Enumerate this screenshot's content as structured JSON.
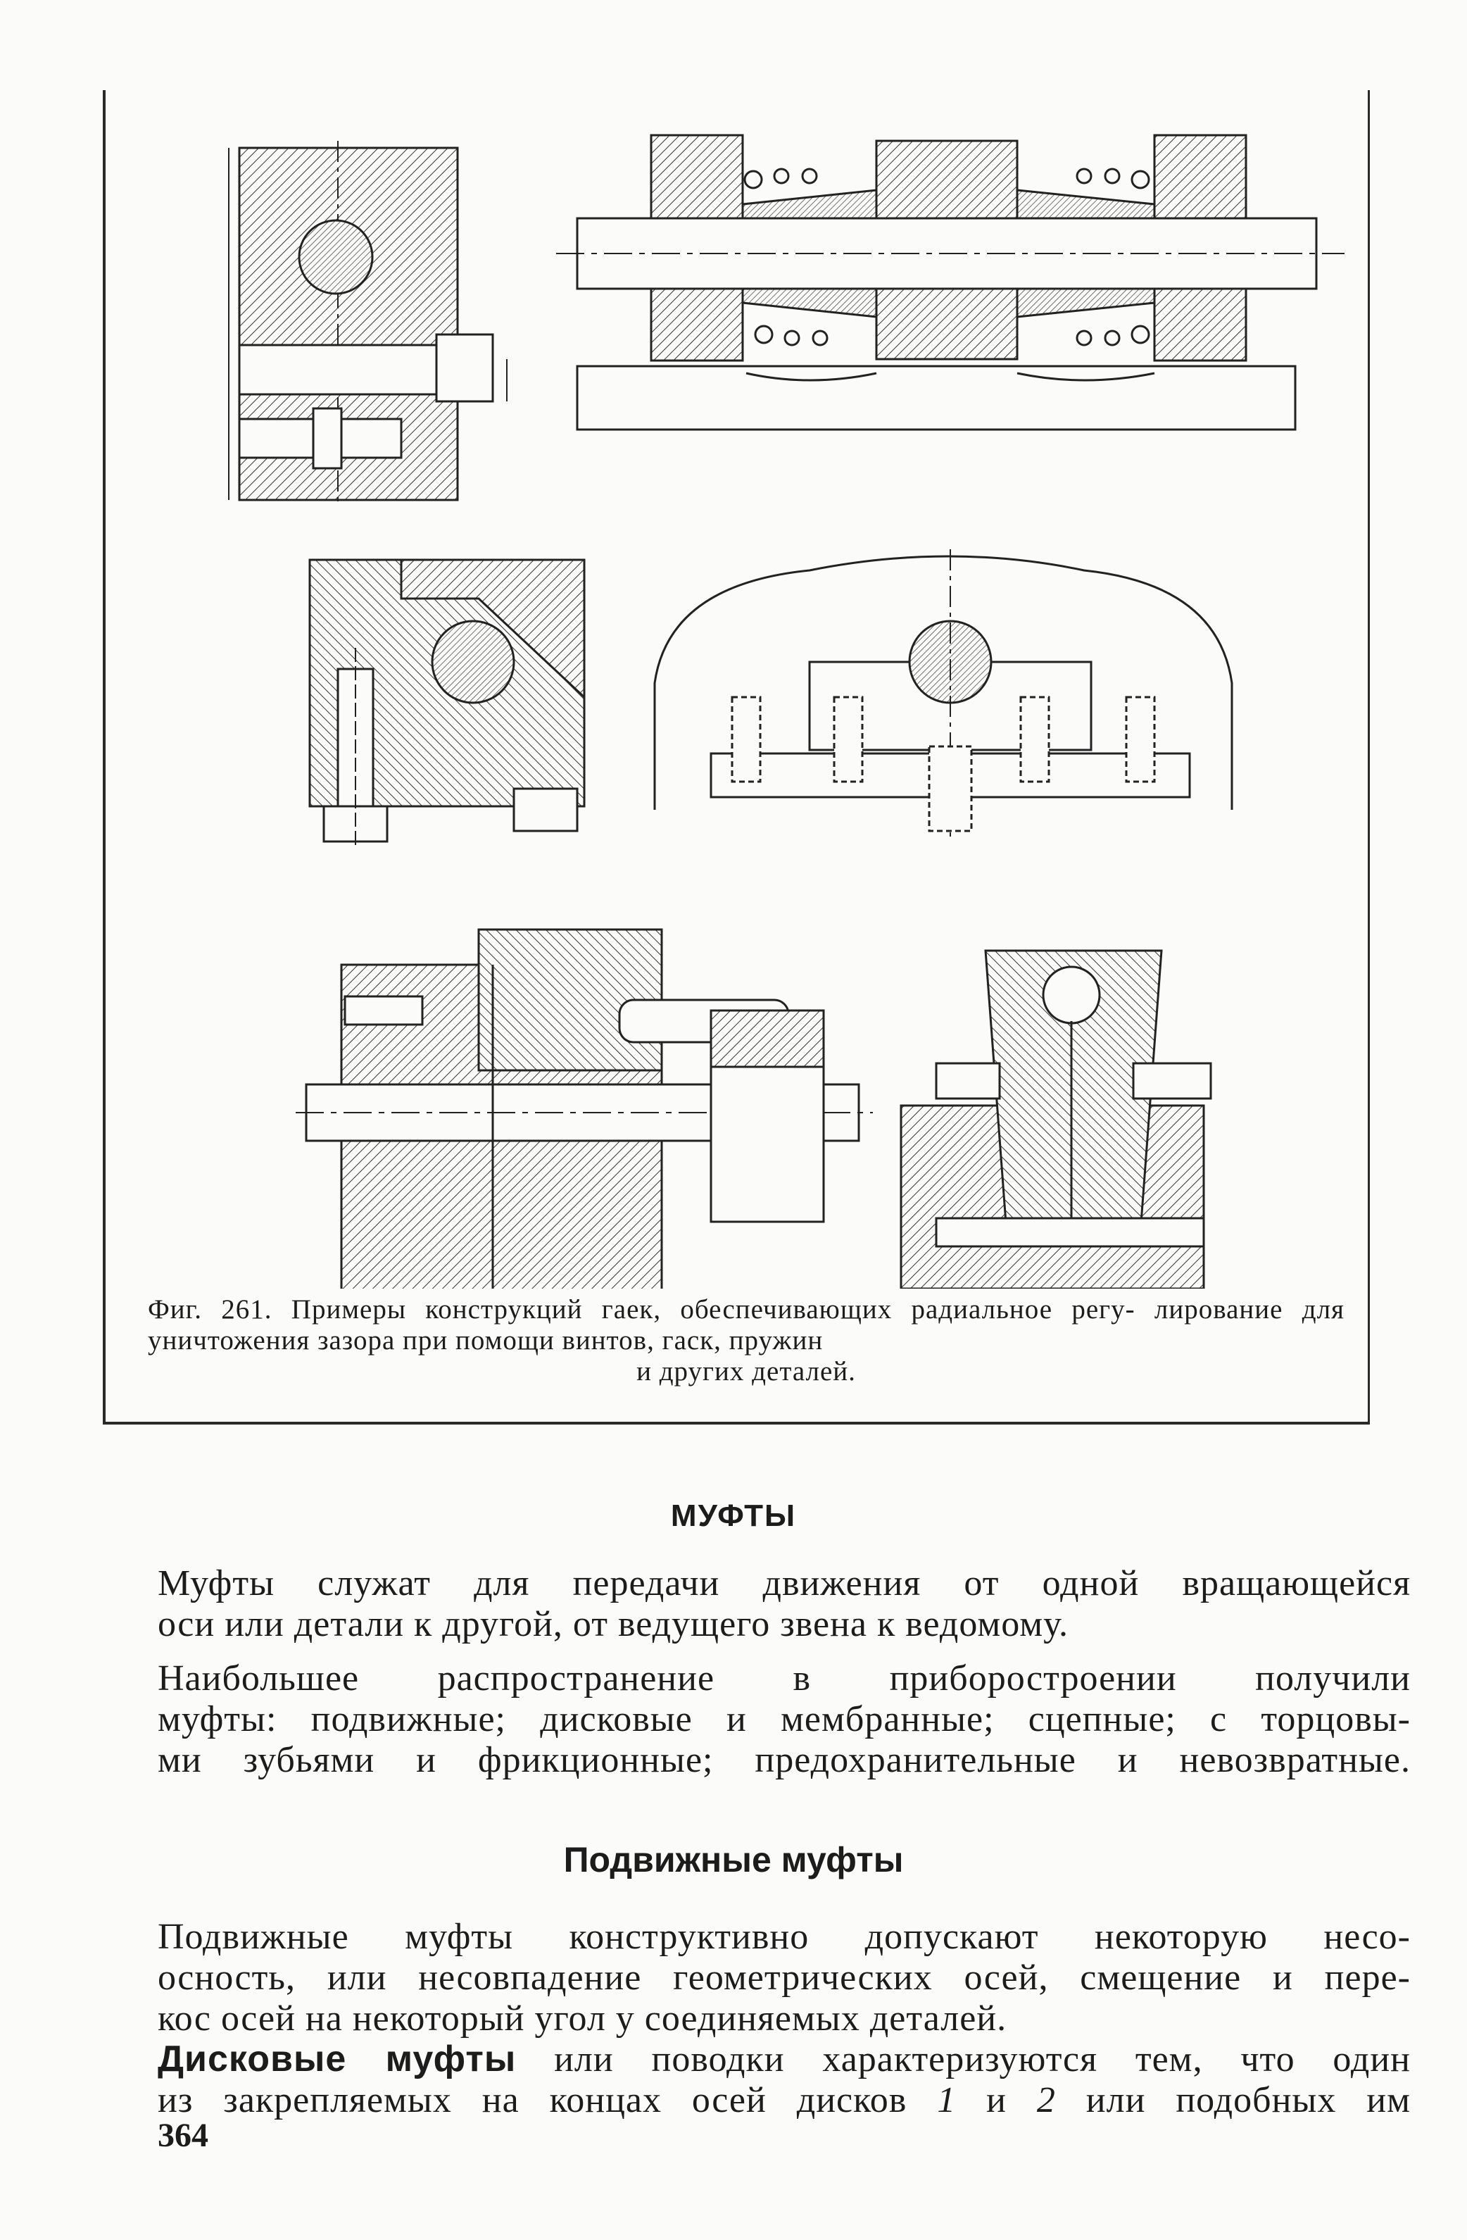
{
  "figure": {
    "caption_line1": "Фиг. 261. Примеры конструкций гаек, обеспечивающих радиальное регу-",
    "caption_line2": "лирование для уничтожения зазора при помощи винтов, гаск, пружин",
    "caption_line3": "и других деталей."
  },
  "section": {
    "title": "МУФТЫ",
    "para1_line1": "Муфты служат для передачи движения от одной вращающейся",
    "para1_line2": "оси или детали к другой, от ведущего звена к ведомому.",
    "para2_line1": "Наибольшее распространение в приборостроении получили",
    "para2_line2": "муфты: подвижные; дисковые и мембранные; сцепные; с торцовы-",
    "para2_line3": "ми зубьями и фрикционные; предохранительные и невозвратные."
  },
  "subsection": {
    "title": "Подвижные муфты",
    "para1_line1": "Подвижные муфты конструктивно допускают некоторую несо-",
    "para1_line2": "осность, или несовпадение геометрических осей, смещение и пере-",
    "para1_line3": "кос осей на некоторый угол у соединяемых деталей.",
    "para2_bold": "Дисковые муфты",
    "para2_line1_rest": " или поводки характеризуются тем, что один",
    "para2_line2_a": "из закрепляемых на концах осей дисков ",
    "para2_num1": "1",
    "para2_line2_b": " и ",
    "para2_num2": "2",
    "para2_line2_c": " или подобных им"
  },
  "page_number": "364"
}
